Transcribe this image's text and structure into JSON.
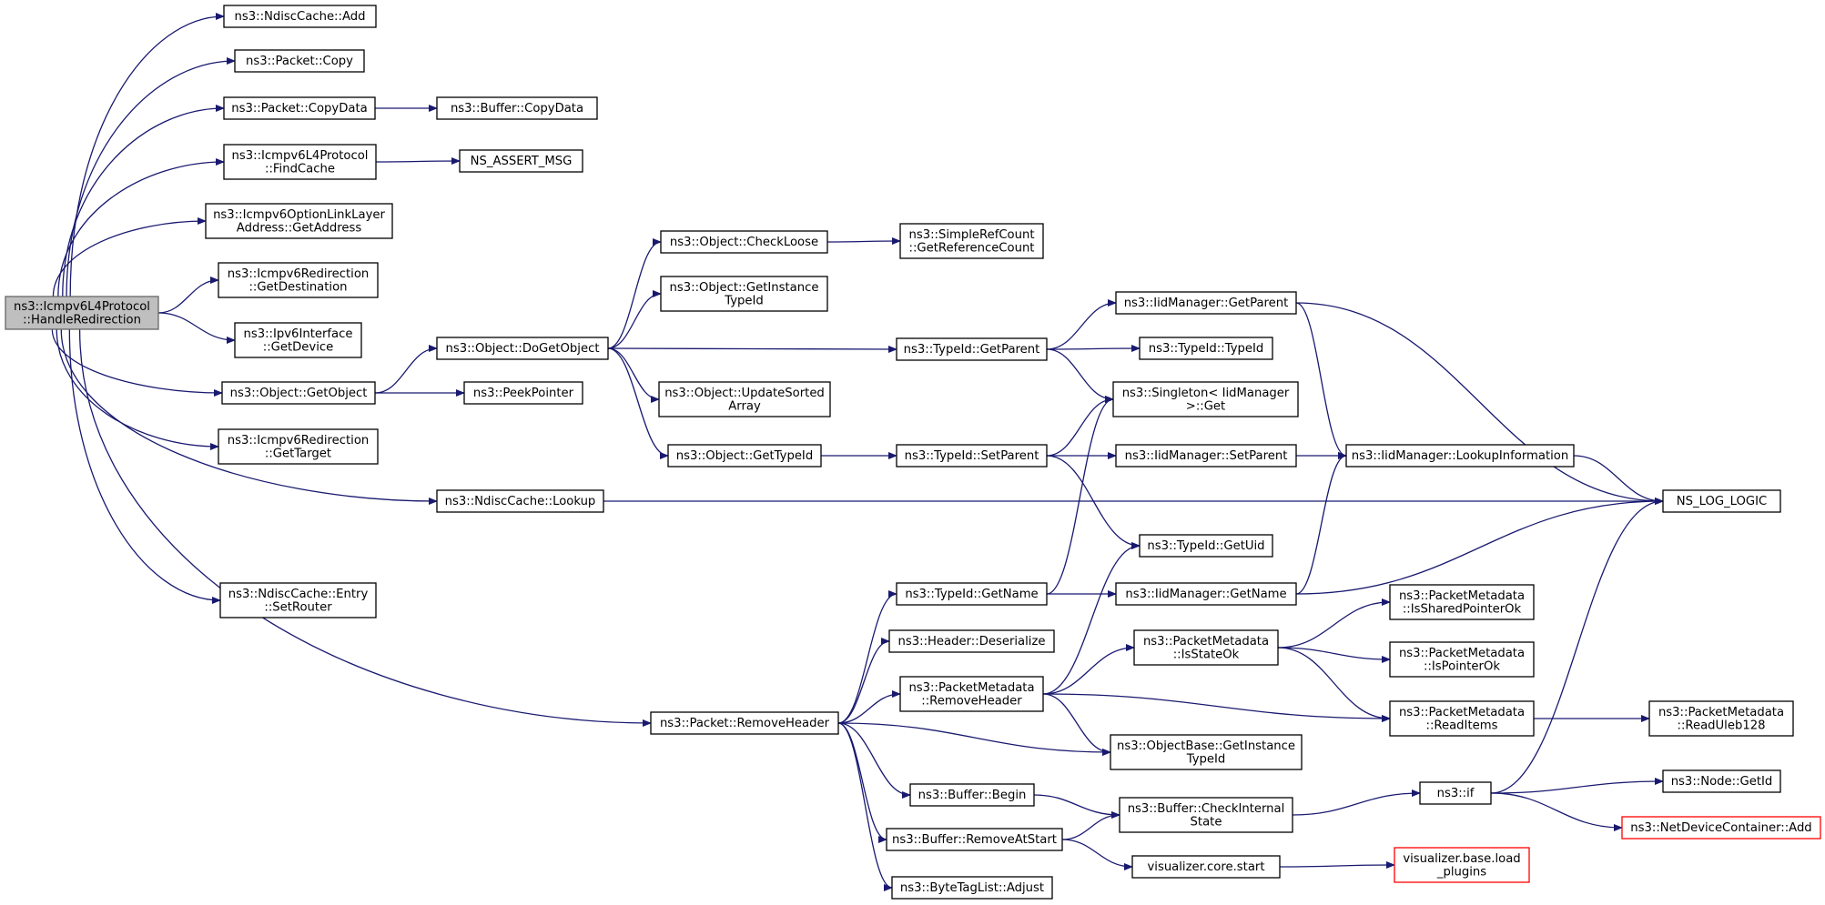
{
  "colors": {
    "edge": "#191970",
    "node_border": "#000000",
    "root_fill": "#bfbfbf",
    "truncated_border": "#ff0000"
  },
  "nodes": [
    {
      "id": "root",
      "lines": [
        "ns3::Icmpv6L4Protocol",
        "::HandleRedirection"
      ],
      "root": true
    },
    {
      "id": "ndisc_add",
      "lines": [
        "ns3::NdiscCache::Add"
      ]
    },
    {
      "id": "pkt_copy",
      "lines": [
        "ns3::Packet::Copy"
      ]
    },
    {
      "id": "pkt_copydata",
      "lines": [
        "ns3::Packet::CopyData"
      ]
    },
    {
      "id": "buf_copydata",
      "lines": [
        "ns3::Buffer::CopyData"
      ]
    },
    {
      "id": "findcache",
      "lines": [
        "ns3::Icmpv6L4Protocol",
        "::FindCache"
      ]
    },
    {
      "id": "assert_msg",
      "lines": [
        "NS_ASSERT_MSG"
      ]
    },
    {
      "id": "optlink",
      "lines": [
        "ns3::Icmpv6OptionLinkLayer",
        "Address::GetAddress"
      ]
    },
    {
      "id": "getdest",
      "lines": [
        "ns3::Icmpv6Redirection",
        "::GetDestination"
      ]
    },
    {
      "id": "getdevice",
      "lines": [
        "ns3::Ipv6Interface",
        "::GetDevice"
      ]
    },
    {
      "id": "getobject",
      "lines": [
        "ns3::Object::GetObject"
      ]
    },
    {
      "id": "gettarget",
      "lines": [
        "ns3::Icmpv6Redirection",
        "::GetTarget"
      ]
    },
    {
      "id": "setrouter",
      "lines": [
        "ns3::NdiscCache::Entry",
        "::SetRouter"
      ]
    },
    {
      "id": "dogetobject",
      "lines": [
        "ns3::Object::DoGetObject"
      ]
    },
    {
      "id": "peekpointer",
      "lines": [
        "ns3::PeekPointer"
      ]
    },
    {
      "id": "ndisc_lookup",
      "lines": [
        "ns3::NdiscCache::Lookup"
      ]
    },
    {
      "id": "rmheader",
      "lines": [
        "ns3::Packet::RemoveHeader"
      ]
    },
    {
      "id": "checkloose",
      "lines": [
        "ns3::Object::CheckLoose"
      ]
    },
    {
      "id": "getinsttid",
      "lines": [
        "ns3::Object::GetInstance",
        "TypeId"
      ]
    },
    {
      "id": "updsorted",
      "lines": [
        "ns3::Object::UpdateSorted",
        "Array"
      ]
    },
    {
      "id": "gettypeid",
      "lines": [
        "ns3::Object::GetTypeId"
      ]
    },
    {
      "id": "getrefcount",
      "lines": [
        "ns3::SimpleRefCount",
        "::GetReferenceCount"
      ]
    },
    {
      "id": "tid_getparent",
      "lines": [
        "ns3::TypeId::GetParent"
      ]
    },
    {
      "id": "tid_setparent",
      "lines": [
        "ns3::TypeId::SetParent"
      ]
    },
    {
      "id": "tid_getname",
      "lines": [
        "ns3::TypeId::GetName"
      ]
    },
    {
      "id": "hdr_deser",
      "lines": [
        "ns3::Header::Deserialize"
      ]
    },
    {
      "id": "pm_rmheader",
      "lines": [
        "ns3::PacketMetadata",
        "::RemoveHeader"
      ]
    },
    {
      "id": "buf_begin",
      "lines": [
        "ns3::Buffer::Begin"
      ]
    },
    {
      "id": "buf_rmatstart",
      "lines": [
        "ns3::Buffer::RemoveAtStart"
      ]
    },
    {
      "id": "btl_adjust",
      "lines": [
        "ns3::ByteTagList::Adjust"
      ]
    },
    {
      "id": "iid_getparent",
      "lines": [
        "ns3::IidManager::GetParent"
      ]
    },
    {
      "id": "tid_typeid",
      "lines": [
        "ns3::TypeId::TypeId"
      ]
    },
    {
      "id": "singleton",
      "lines": [
        "ns3::Singleton< IidManager",
        ">::Get"
      ]
    },
    {
      "id": "iid_setparent",
      "lines": [
        "ns3::IidManager::SetParent"
      ]
    },
    {
      "id": "tid_getuid",
      "lines": [
        "ns3::TypeId::GetUid"
      ]
    },
    {
      "id": "iid_getname",
      "lines": [
        "ns3::IidManager::GetName"
      ]
    },
    {
      "id": "pm_isstateok",
      "lines": [
        "ns3::PacketMetadata",
        "::IsStateOk"
      ]
    },
    {
      "id": "ob_getinsttid",
      "lines": [
        "ns3::ObjectBase::GetInstance",
        "TypeId"
      ]
    },
    {
      "id": "buf_checkint",
      "lines": [
        "ns3::Buffer::CheckInternal",
        "State"
      ]
    },
    {
      "id": "viz_core",
      "lines": [
        "visualizer.core.start"
      ]
    },
    {
      "id": "iid_lookupinfo",
      "lines": [
        "ns3::IidManager::LookupInformation"
      ]
    },
    {
      "id": "pm_issharedptr",
      "lines": [
        "ns3::PacketMetadata",
        "::IsSharedPointerOk"
      ]
    },
    {
      "id": "pm_isptrok",
      "lines": [
        "ns3::PacketMetadata",
        "::IsPointerOk"
      ]
    },
    {
      "id": "pm_readitems",
      "lines": [
        "ns3::PacketMetadata",
        "::ReadItems"
      ]
    },
    {
      "id": "ns3_if",
      "lines": [
        "ns3::if"
      ]
    },
    {
      "id": "viz_loadplugins",
      "lines": [
        "visualizer.base.load",
        "_plugins"
      ],
      "truncated": true
    },
    {
      "id": "ns_log_logic",
      "lines": [
        "NS_LOG_LOGIC"
      ]
    },
    {
      "id": "pm_readuleb",
      "lines": [
        "ns3::PacketMetadata",
        "::ReadUleb128"
      ]
    },
    {
      "id": "node_getid",
      "lines": [
        "ns3::Node::GetId"
      ]
    },
    {
      "id": "ndc_add",
      "lines": [
        "ns3::NetDeviceContainer::Add"
      ],
      "truncated": true
    }
  ],
  "edges": [
    [
      "root",
      "ndisc_add"
    ],
    [
      "root",
      "pkt_copy"
    ],
    [
      "root",
      "pkt_copydata"
    ],
    [
      "root",
      "findcache"
    ],
    [
      "root",
      "optlink"
    ],
    [
      "root",
      "getdest"
    ],
    [
      "root",
      "getdevice"
    ],
    [
      "root",
      "getobject"
    ],
    [
      "root",
      "gettarget"
    ],
    [
      "root",
      "ndisc_lookup"
    ],
    [
      "root",
      "setrouter"
    ],
    [
      "root",
      "rmheader"
    ],
    [
      "pkt_copydata",
      "buf_copydata"
    ],
    [
      "findcache",
      "assert_msg"
    ],
    [
      "getobject",
      "dogetobject"
    ],
    [
      "getobject",
      "peekpointer"
    ],
    [
      "dogetobject",
      "checkloose"
    ],
    [
      "dogetobject",
      "getinsttid"
    ],
    [
      "dogetobject",
      "tid_getparent"
    ],
    [
      "dogetobject",
      "updsorted"
    ],
    [
      "dogetobject",
      "gettypeid"
    ],
    [
      "checkloose",
      "getrefcount"
    ],
    [
      "gettypeid",
      "tid_setparent"
    ],
    [
      "tid_getparent",
      "iid_getparent"
    ],
    [
      "tid_getparent",
      "tid_typeid"
    ],
    [
      "tid_getparent",
      "singleton"
    ],
    [
      "tid_setparent",
      "singleton"
    ],
    [
      "tid_setparent",
      "iid_setparent"
    ],
    [
      "tid_setparent",
      "tid_getuid"
    ],
    [
      "iid_getparent",
      "iid_lookupinfo"
    ],
    [
      "iid_getparent",
      "ns_log_logic"
    ],
    [
      "iid_setparent",
      "iid_lookupinfo"
    ],
    [
      "iid_lookupinfo",
      "ns_log_logic"
    ],
    [
      "ndisc_lookup",
      "ns_log_logic"
    ],
    [
      "tid_getname",
      "singleton"
    ],
    [
      "tid_getname",
      "iid_getname"
    ],
    [
      "iid_getname",
      "iid_lookupinfo"
    ],
    [
      "iid_getname",
      "ns_log_logic"
    ],
    [
      "rmheader",
      "tid_getname"
    ],
    [
      "rmheader",
      "hdr_deser"
    ],
    [
      "rmheader",
      "pm_rmheader"
    ],
    [
      "rmheader",
      "ob_getinsttid"
    ],
    [
      "rmheader",
      "buf_begin"
    ],
    [
      "rmheader",
      "buf_rmatstart"
    ],
    [
      "rmheader",
      "btl_adjust"
    ],
    [
      "pm_rmheader",
      "tid_getuid"
    ],
    [
      "pm_rmheader",
      "pm_isstateok"
    ],
    [
      "pm_rmheader",
      "pm_readitems"
    ],
    [
      "pm_rmheader",
      "ob_getinsttid"
    ],
    [
      "pm_isstateok",
      "pm_issharedptr"
    ],
    [
      "pm_isstateok",
      "pm_isptrok"
    ],
    [
      "pm_isstateok",
      "pm_readitems"
    ],
    [
      "pm_readitems",
      "pm_readuleb"
    ],
    [
      "buf_begin",
      "buf_checkint"
    ],
    [
      "buf_rmatstart",
      "buf_checkint"
    ],
    [
      "buf_rmatstart",
      "viz_core"
    ],
    [
      "buf_checkint",
      "ns3_if"
    ],
    [
      "ns3_if",
      "ns_log_logic"
    ],
    [
      "ns3_if",
      "node_getid"
    ],
    [
      "ns3_if",
      "ndc_add"
    ],
    [
      "viz_core",
      "viz_loadplugins"
    ]
  ]
}
